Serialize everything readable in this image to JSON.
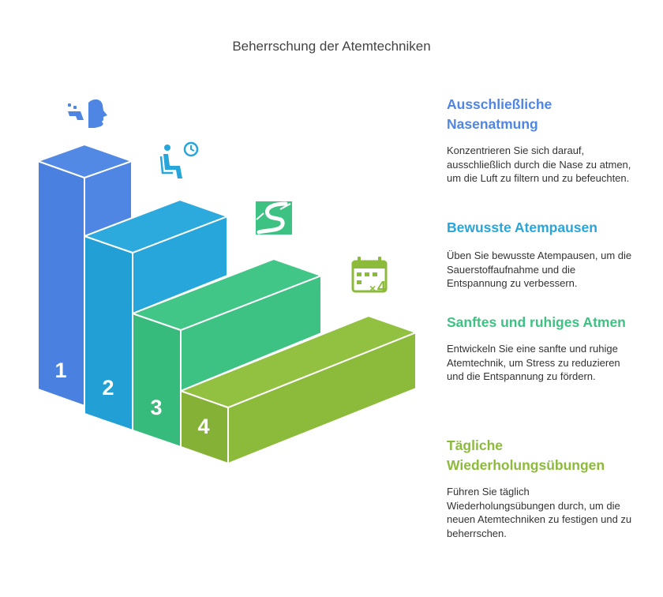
{
  "title": "Beherrschung der Atemtechniken",
  "steps": [
    {
      "number": "1",
      "heading": "Ausschließliche Nasenatmung",
      "description": "Konzentrieren Sie sich darauf, ausschließlich durch die Nase zu atmen, um die Luft zu filtern und zu befeuchten.",
      "color": "#4f86e3",
      "icon": "nose-breathing-face-icon"
    },
    {
      "number": "2",
      "heading": "Bewusste Atempausen",
      "description": "Üben Sie bewusste Atempausen, um die Sauerstoffaufnahme und die Entspannung zu verbessern.",
      "color": "#27a6db",
      "icon": "seated-person-clock-icon"
    },
    {
      "number": "3",
      "heading": "Sanftes und ruhiges Atmen",
      "description": "Entwickeln Sie eine sanfte und ruhige Atemtechnik, um Stress zu reduzieren und die Entspannung zu fördern.",
      "color": "#3dc283",
      "icon": "winding-path-icon"
    },
    {
      "number": "4",
      "heading": "Tägliche Wiederholungsübungen",
      "description": "Führen Sie täglich Wiederholungsübungen durch, um die neuen Atemtechniken zu festigen und zu beherrschen.",
      "color": "#8cbb3c",
      "icon": "calendar-times-four-icon"
    }
  ]
}
